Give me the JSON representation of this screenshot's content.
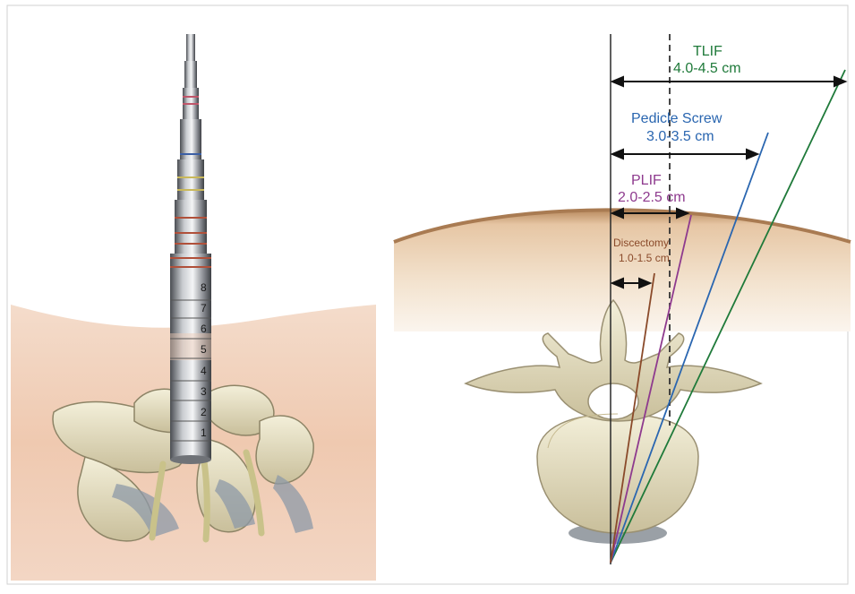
{
  "figure": {
    "dilator_numbers": [
      "8",
      "7",
      "6",
      "5",
      "4",
      "3",
      "2",
      "1"
    ],
    "approaches": [
      {
        "key": "tlif",
        "name": "TLIF",
        "range": "4.0-4.5 cm",
        "color": "#1f7a3a"
      },
      {
        "key": "pedicle",
        "name": "Pedicle Screw",
        "range": "3.0-3.5 cm",
        "color": "#2a66b0"
      },
      {
        "key": "plif",
        "name": "PLIF",
        "range": "2.0-2.5 cm",
        "color": "#8e3a8e"
      },
      {
        "key": "discectomy",
        "name": "Discectomy",
        "range": "1.0-1.5 cm",
        "color": "#8a4a2a"
      }
    ],
    "colors": {
      "skin": "#f0cdb6",
      "bone": "#e9e3c6",
      "bone_shadow": "#b7ab86",
      "metal": "#8a8d92"
    }
  }
}
